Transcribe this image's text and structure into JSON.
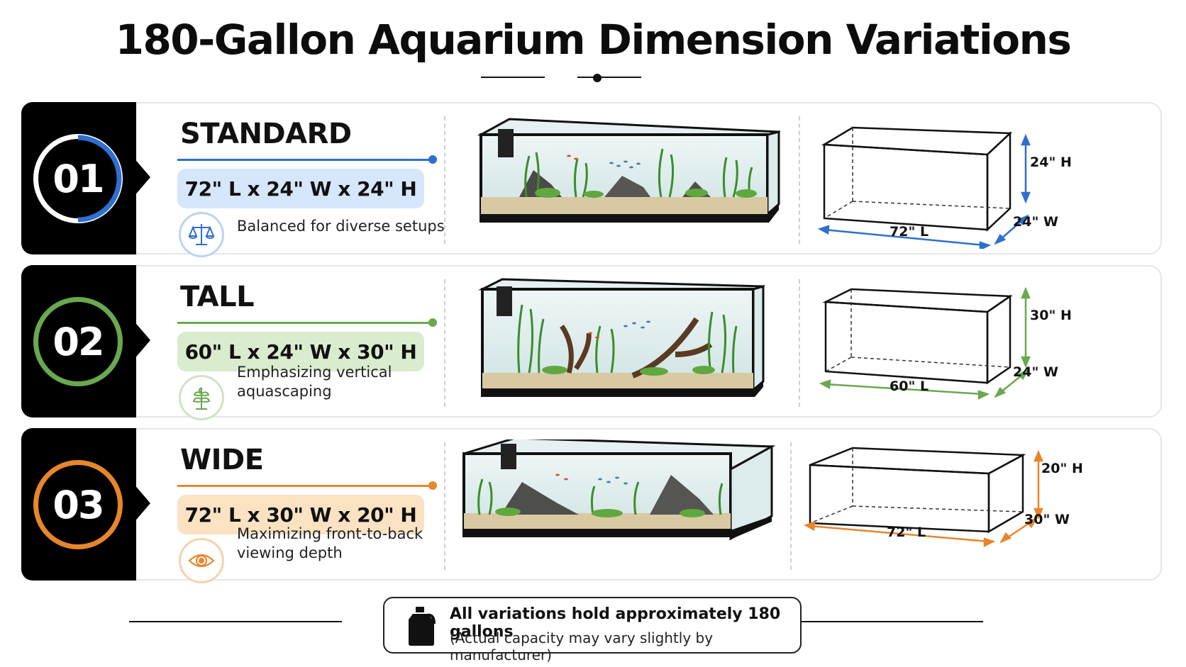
{
  "title": "180-Gallon Aquarium Dimension Variations",
  "variations": [
    {
      "number": "01",
      "name": "STANDARD",
      "dimensions": "72\" L x 24\" W x 24\" H",
      "description": "Balanced for diverse setups",
      "icon": "balance-scale-icon",
      "color": "#2f6fd0",
      "pill_color": "#d6e6fb",
      "length_label": "72\" L",
      "width_label": "24\" W",
      "height_label": "24\" H"
    },
    {
      "number": "02",
      "name": "TALL",
      "dimensions": "60\" L x 24\" W x 30\" H",
      "description": "Emphasizing vertical aquascaping",
      "icon": "plant-icon",
      "color": "#6aa84f",
      "pill_color": "#d9ecce",
      "length_label": "60\" L",
      "width_label": "24\" W",
      "height_label": "30\" H"
    },
    {
      "number": "03",
      "name": "WIDE",
      "dimensions": "72\" L x 30\" W x 20\" H",
      "description": "Maximizing front-to-back viewing depth",
      "icon": "eye-icon",
      "color": "#e8862a",
      "pill_color": "#fbe2c2",
      "length_label": "72\" L",
      "width_label": "30\" W",
      "height_label": "20\" H"
    }
  ],
  "footer": {
    "main": "All variations hold approximately 180 gallons",
    "sub": "(Actual capacity may vary slightly by manufacturer)",
    "icon": "water-jug-icon"
  }
}
